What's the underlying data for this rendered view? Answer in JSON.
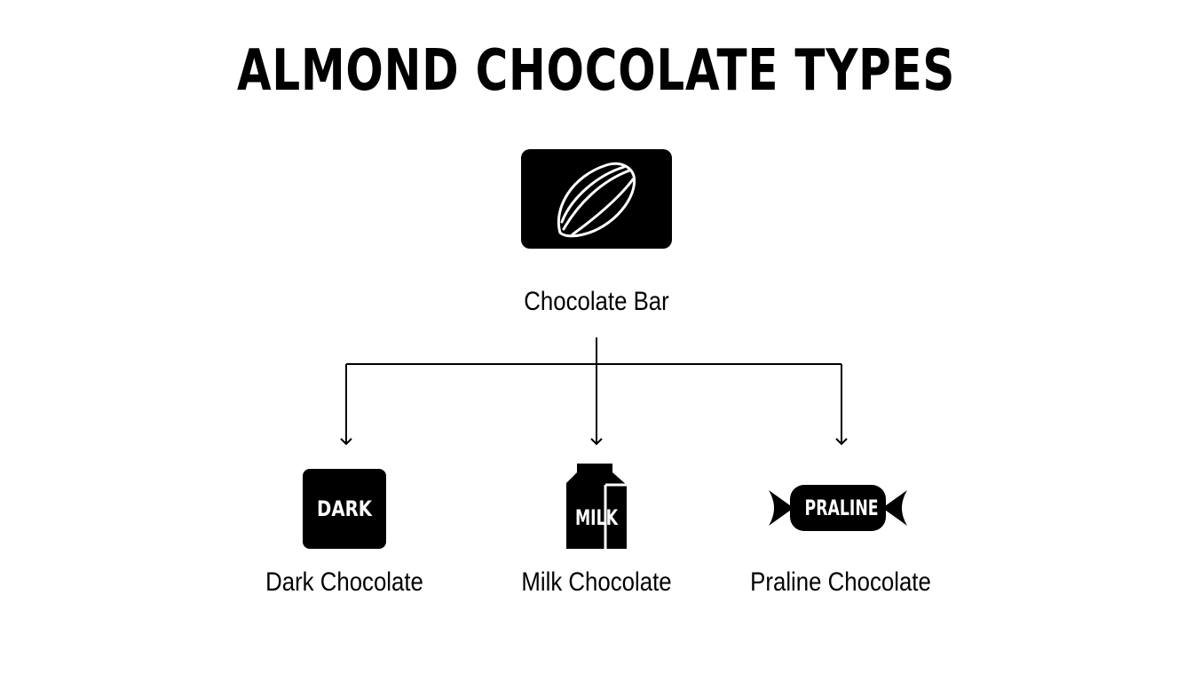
{
  "diagram": {
    "title": "ALMOND CHOCOLATE TYPES",
    "root": {
      "label": "Chocolate Bar",
      "icon": "almond-icon"
    },
    "children": [
      {
        "label": "Dark Chocolate",
        "icon_text": "DARK",
        "icon": "dark-bar-icon"
      },
      {
        "label": "Milk Chocolate",
        "icon_text": "MILK",
        "icon": "milk-carton-icon"
      },
      {
        "label": "Praline Chocolate",
        "icon_text": "PRALINE",
        "icon": "wrapped-candy-icon"
      }
    ],
    "colors": {
      "ink": "#000000",
      "background": "#ffffff",
      "icon_text": "#ffffff"
    }
  }
}
